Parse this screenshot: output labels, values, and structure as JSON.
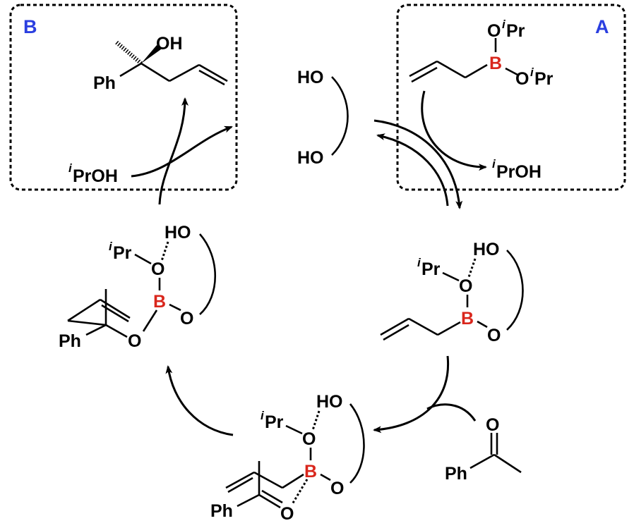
{
  "title": "Catalytic cycle of allylboration of acetophenone with diol catalyst",
  "colors": {
    "boron": "#d9261c",
    "panel_label": "#2b3fe0",
    "bonds": "#000000"
  },
  "panels": {
    "A": {
      "tag": "A",
      "reagent": {
        "boron": "B",
        "o1": "O",
        "o1_sup": "i",
        "o1_group": "Pr",
        "o2": "O",
        "o2_sup": "i",
        "o2_group": "Pr"
      },
      "byproduct": {
        "sup": "i",
        "text": "PrOH"
      }
    },
    "B": {
      "tag": "B",
      "product": {
        "oh": "OH",
        "ph": "Ph"
      },
      "reactant": {
        "sup": "i",
        "text": "PrOH"
      }
    }
  },
  "catalyst": {
    "oh_top": "HO",
    "oh_bottom": "HO"
  },
  "intermediate_right": {
    "ho": "HO",
    "ipr_sup": "i",
    "ipr": "Pr",
    "o1": "O",
    "boron": "B",
    "o2": "O"
  },
  "ketone": {
    "o": "O",
    "ph": "Ph"
  },
  "transition_state": {
    "ho": "HO",
    "ipr_sup": "i",
    "ipr": "Pr",
    "o1": "O",
    "boron": "B",
    "o2": "O",
    "o3": "O",
    "ph": "Ph"
  },
  "intermediate_left": {
    "ho": "HO",
    "ipr_sup": "i",
    "ipr": "Pr",
    "o1": "O",
    "boron": "B",
    "o2": "O",
    "o3": "O",
    "ph": "Ph"
  }
}
